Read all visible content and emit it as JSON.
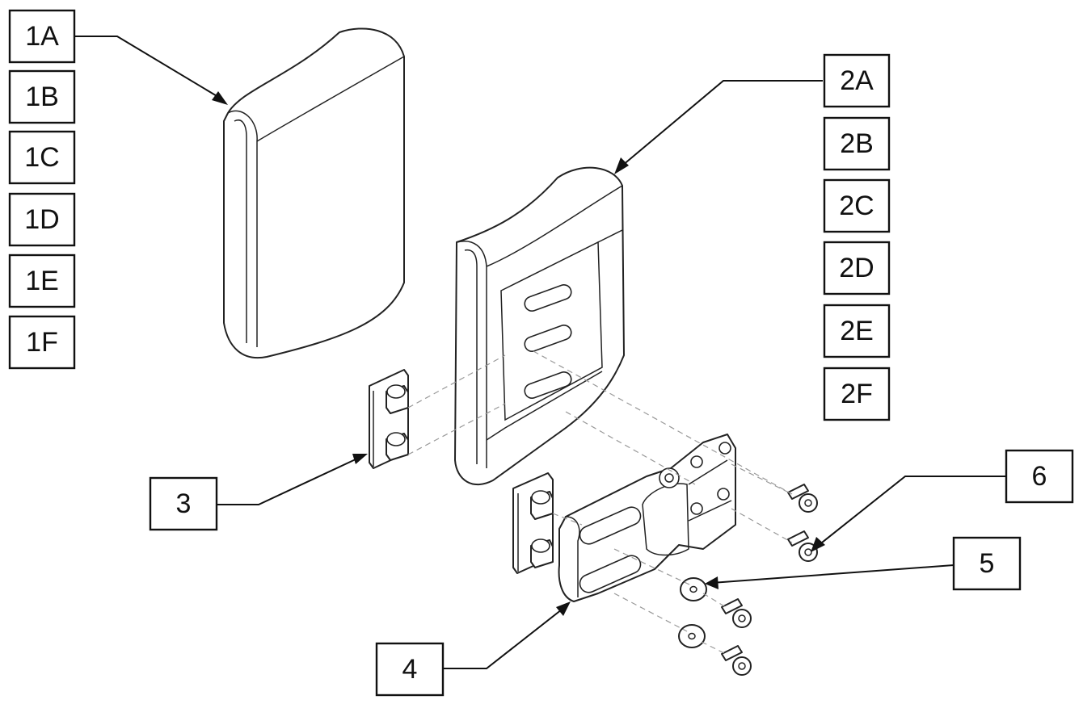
{
  "labels": {
    "l1a": "1A",
    "l1b": "1B",
    "l1c": "1C",
    "l1d": "1D",
    "l1e": "1E",
    "l1f": "1F",
    "l2a": "2A",
    "l2b": "2B",
    "l2c": "2C",
    "l2d": "2D",
    "l2e": "2E",
    "l2f": "2F",
    "l3": "3",
    "l4": "4",
    "l5": "5",
    "l6": "6"
  }
}
